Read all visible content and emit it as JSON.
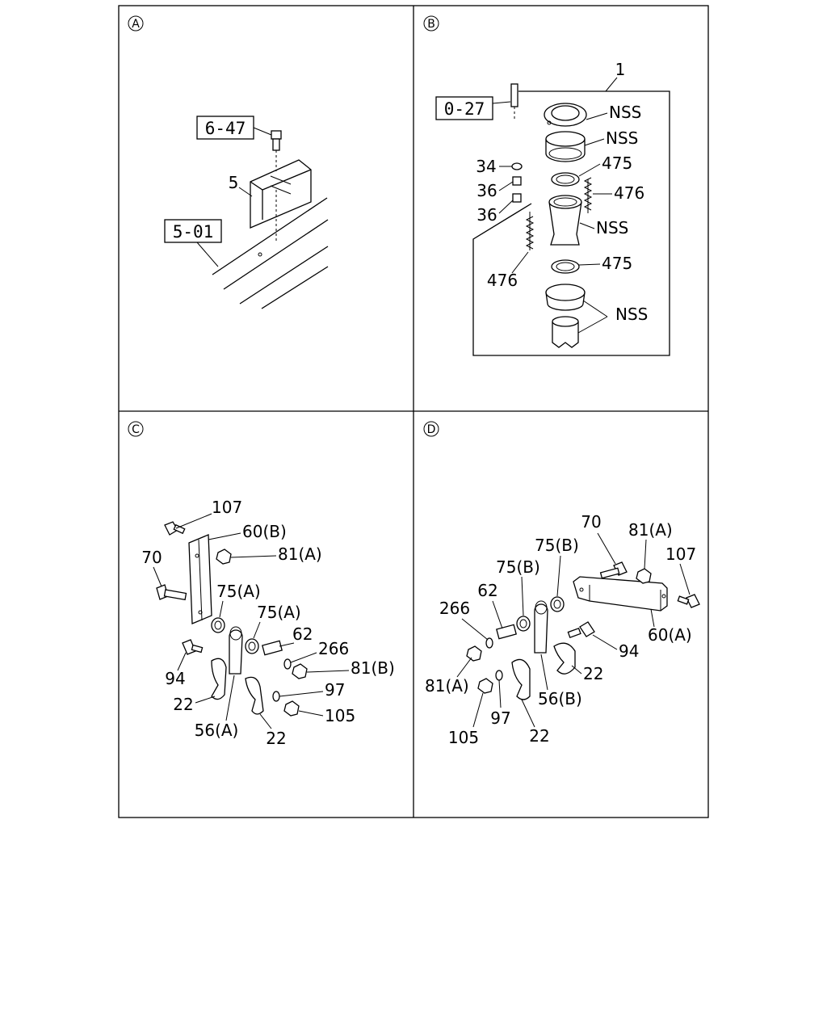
{
  "panels": [
    {
      "letter": "A",
      "labels": {
        "bolt": "6-47",
        "bracket": "5",
        "frame": "5-01"
      }
    },
    {
      "letter": "B",
      "labels": {
        "assembly": "1",
        "bolt": "0-27",
        "flange_top": "NSS",
        "flange_lower": "NSS",
        "washer": "34",
        "nut1": "36",
        "nut2": "36",
        "ring_upper": "475",
        "spring_right": "476",
        "pipe": "NSS",
        "spring_left": "476",
        "ring_lower": "475",
        "clamp": "NSS"
      }
    },
    {
      "letter": "C",
      "labels": {
        "bolt_top": "107",
        "bracket": "60(B)",
        "nut_top": "81(A)",
        "bolt_long": "70",
        "bush1": "75(A)",
        "bush2": "75(A)",
        "spacer": "62",
        "washer_small": "266",
        "nut_b": "81(B)",
        "bolt_short": "94",
        "clamp_left": "22",
        "washer": "97",
        "nut_105": "105",
        "link": "56(A)",
        "clamp_right": "22"
      }
    },
    {
      "letter": "D",
      "labels": {
        "bolt_long": "70",
        "nut_top": "81(A)",
        "bolt_top": "107",
        "bush_right": "75(B)",
        "bush_left": "75(B)",
        "spacer": "62",
        "washer_small": "266",
        "bolt_short": "94",
        "bracket": "60(A)",
        "clamp_right": "22",
        "nut_left": "81(A)",
        "link": "56(B)",
        "washer": "97",
        "nut_105": "105",
        "clamp_left": "22"
      }
    }
  ]
}
